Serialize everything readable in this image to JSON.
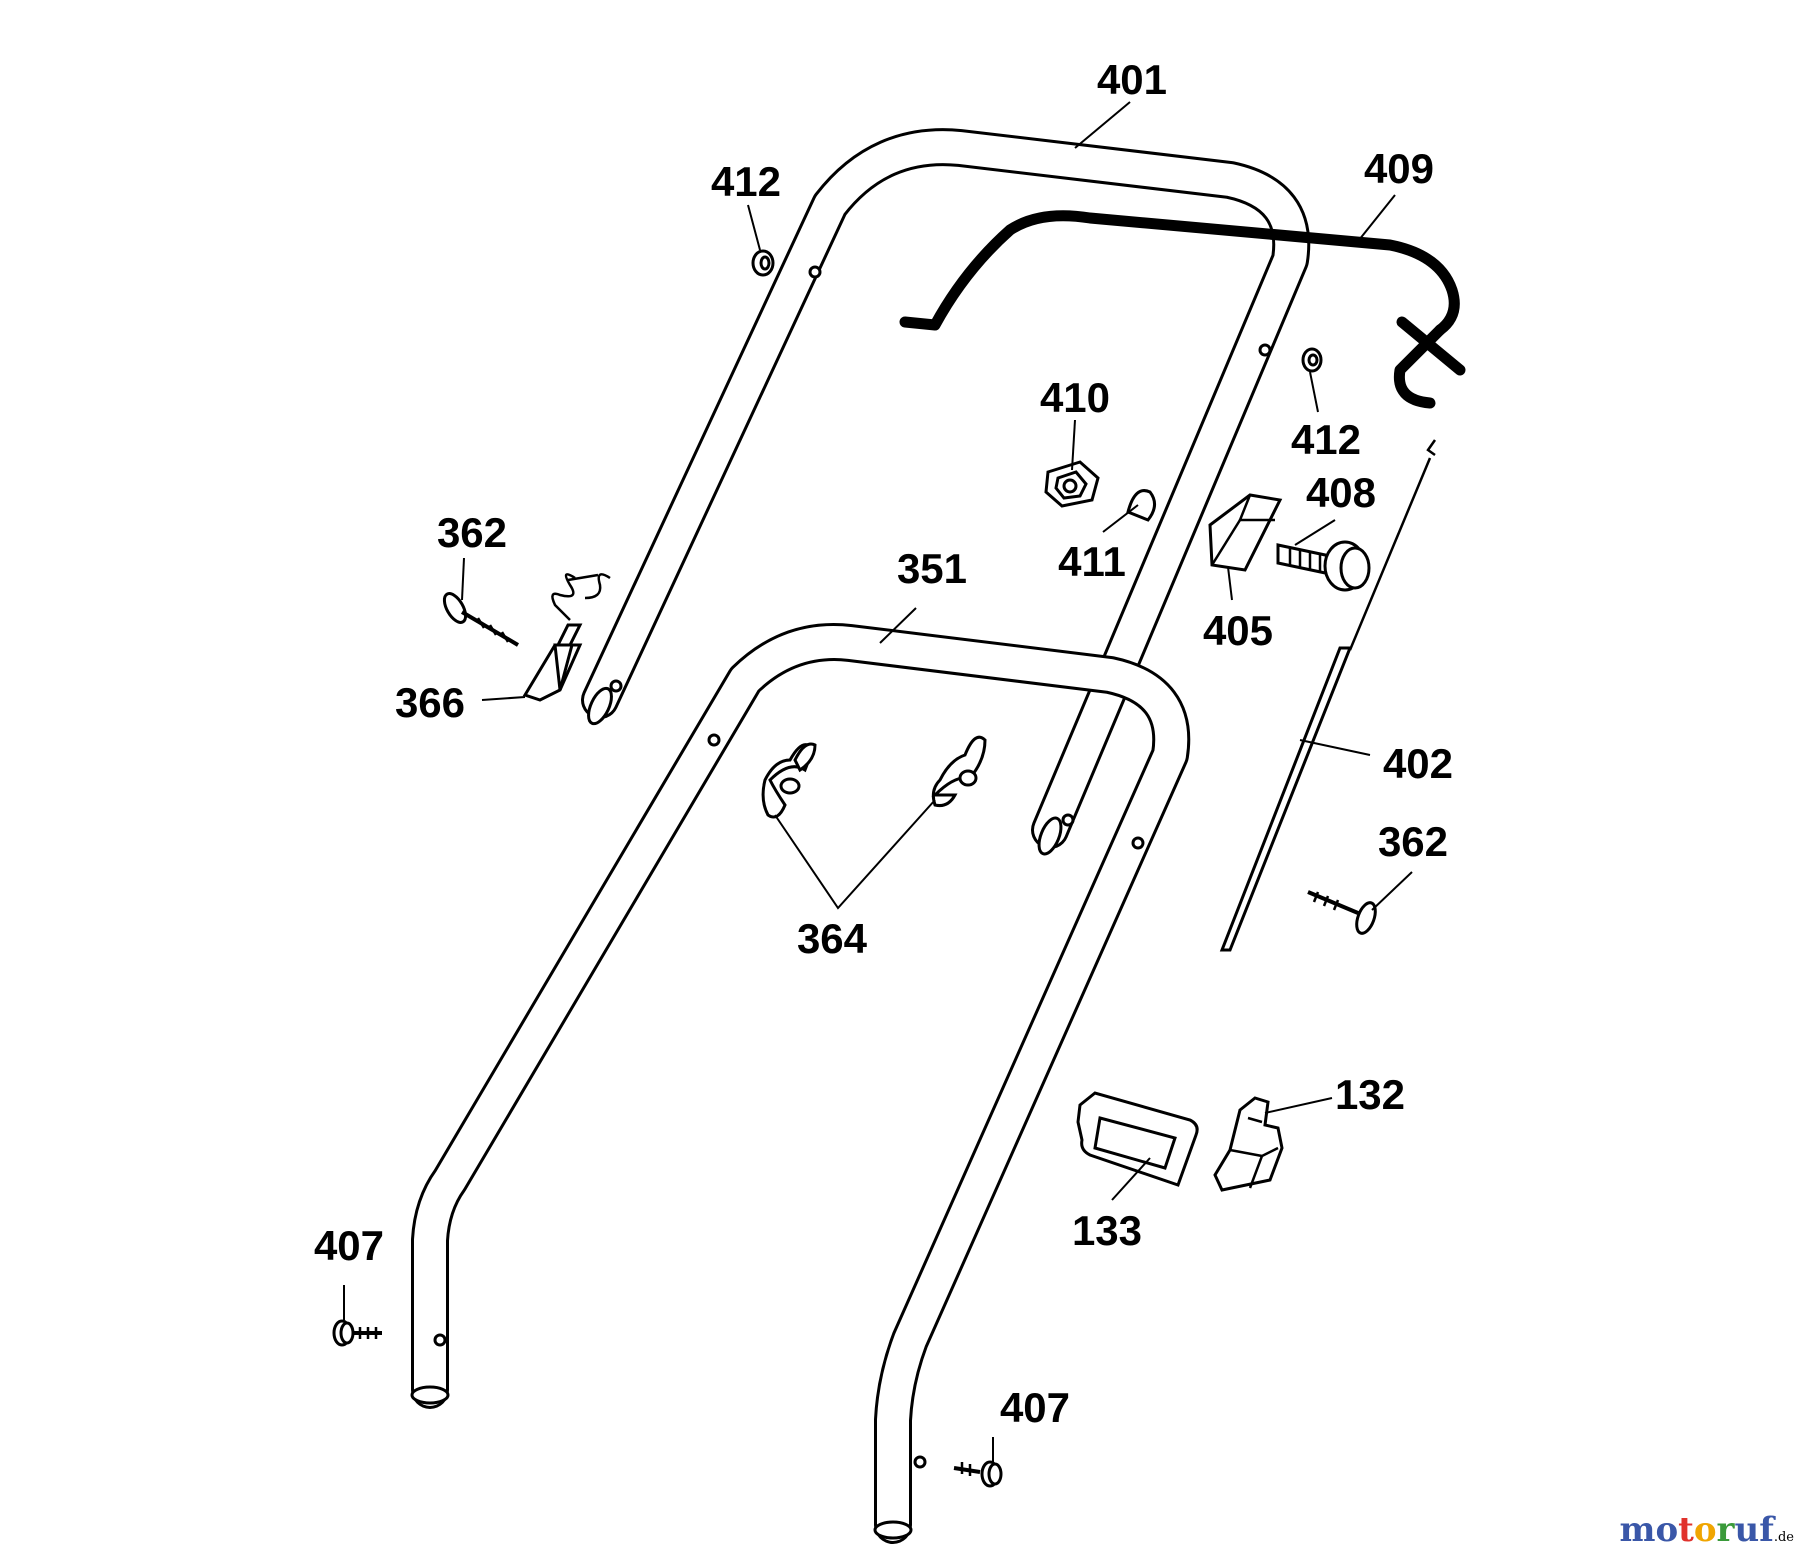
{
  "labels": {
    "p401": "401",
    "p409": "409",
    "p412a": "412",
    "p412b": "412",
    "p410": "410",
    "p411": "411",
    "p408": "408",
    "p405": "405",
    "p362a": "362",
    "p362b": "362",
    "p351": "351",
    "p366": "366",
    "p402": "402",
    "p364": "364",
    "p132": "132",
    "p133": "133",
    "p407a": "407",
    "p407b": "407"
  },
  "watermark": {
    "letters": [
      "m",
      "o",
      "t",
      "o",
      "r",
      "u",
      "f"
    ],
    "colors": [
      "#3a57a8",
      "#3a57a8",
      "#e0322c",
      "#f0a500",
      "#3a9a3a",
      "#3a57a8",
      "#3a57a8"
    ],
    "suffix": ".de"
  }
}
